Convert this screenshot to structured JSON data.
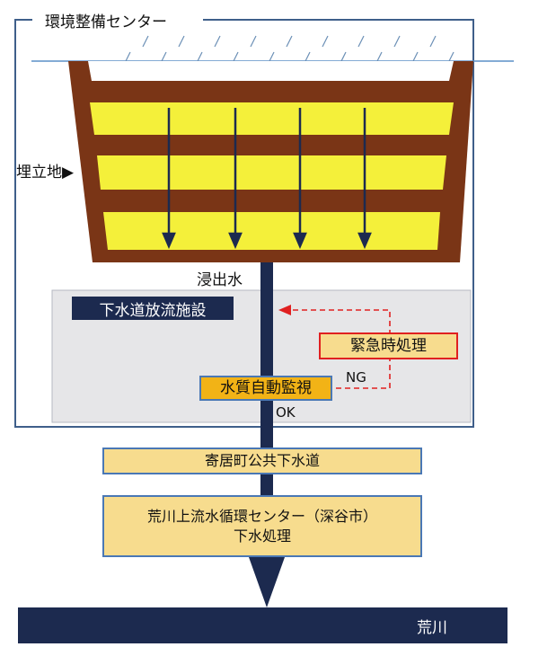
{
  "center_title": "環境整備センター",
  "landfill_label": "埋立地▶",
  "leachate_label": "浸出水",
  "facility_label": "下水道放流施設",
  "emergency_label": "緊急時処理",
  "monitor_label": "水質自動監視",
  "ng_label": "NG",
  "ok_label": "OK",
  "sewer_label": "寄居町公共下水道",
  "treatment_line1": "荒川上流水循環センター（深谷市）",
  "treatment_line2": "下水処理",
  "river_label": "荒川",
  "colors": {
    "dark_navy": "#1c2a4f",
    "soil_brown": "#7a3516",
    "layer_yellow": "#f4f03a",
    "box_yellow": "#f7dc8e",
    "box_border_blue": "#4a78b5",
    "emergency_border_red": "#e02020",
    "monitor_fill": "#f2b316",
    "facility_gray": "#e6e6e8",
    "frame_blue": "#3f5f8a",
    "water_line_blue": "#5b8fc7"
  }
}
